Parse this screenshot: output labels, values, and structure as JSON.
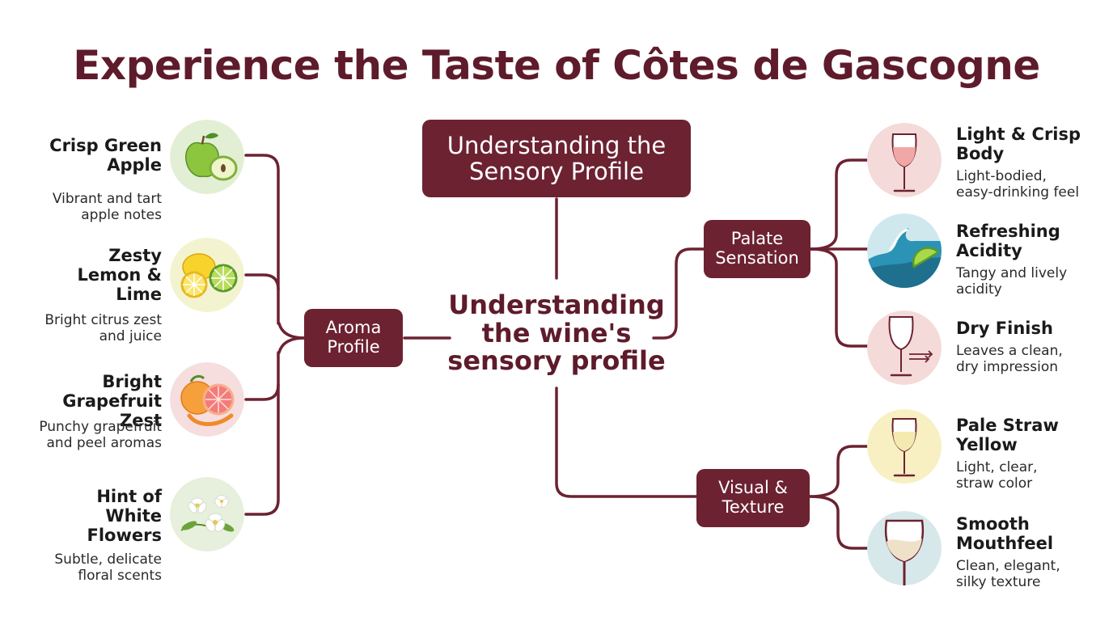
{
  "title": "Experience the Taste of Côtes de Gascogne",
  "colors": {
    "accent": "#6c2231",
    "title": "#5e1b2b",
    "line": "#6c2231"
  },
  "top_box": {
    "label": "Understanding the\nSensory Profile"
  },
  "center": {
    "label": "Understanding\nthe wine's\nsensory profile"
  },
  "branches": {
    "aroma": {
      "label": "Aroma\nProfile",
      "items": [
        {
          "title": "Crisp Green\nApple",
          "desc": "Vibrant and tart\napple notes",
          "icon": "green-apple-icon"
        },
        {
          "title": "Zesty\nLemon &\nLime",
          "desc": "Bright citrus zest\nand juice",
          "icon": "lemon-lime-icon"
        },
        {
          "title": "Bright\nGrapefruit Zest",
          "desc": "Punchy grapefruit\nand peel aromas",
          "icon": "grapefruit-icon"
        },
        {
          "title": "Hint of\nWhite\nFlowers",
          "desc": "Subtle, delicate\nfloral scents",
          "icon": "white-flowers-icon"
        }
      ]
    },
    "palate": {
      "label": "Palate\nSensation",
      "items": [
        {
          "title": "Light & Crisp\nBody",
          "desc": "Light-bodied,\neasy-drinking feel",
          "icon": "wine-glass-light-icon"
        },
        {
          "title": "Refreshing\nAcidity",
          "desc": "Tangy and lively\nacidity",
          "icon": "wave-lime-icon"
        },
        {
          "title": "Dry Finish",
          "desc": "Leaves a clean,\ndry impression",
          "icon": "wine-glass-dry-icon"
        }
      ]
    },
    "visual": {
      "label": "Visual &\nTexture",
      "items": [
        {
          "title": "Pale Straw\nYellow",
          "desc": "Light, clear,\nstraw color",
          "icon": "wine-glass-straw-icon"
        },
        {
          "title": "Smooth\nMouthfeel",
          "desc": "Clean, elegant,\nsilky texture",
          "icon": "wine-glass-swirl-icon"
        }
      ]
    }
  }
}
